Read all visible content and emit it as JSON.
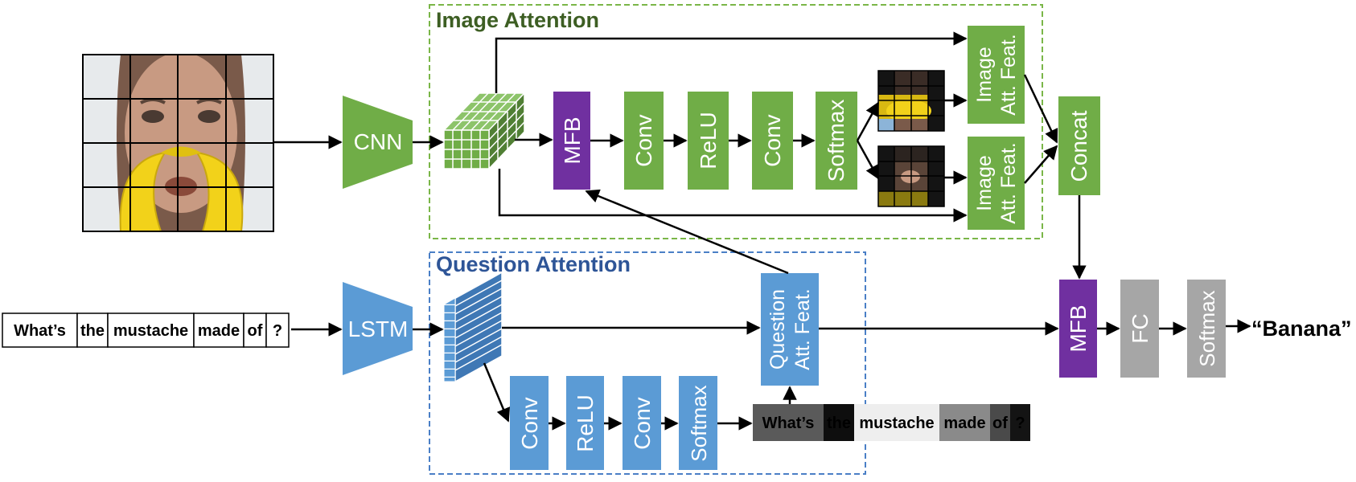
{
  "regions": {
    "image_attention": {
      "title": "Image Attention",
      "title_color": "#3d5e23",
      "border_color": "#7ab648"
    },
    "question_attention": {
      "title": "Question Attention",
      "title_color": "#2e5597",
      "border_color": "#4a7fc6"
    }
  },
  "colors": {
    "green": "#70ad47",
    "blue": "#5b9bd5",
    "purple": "#7030a0",
    "gray": "#a6a6a6",
    "face_skin": "#c89a82",
    "banana": "#f2d21a"
  },
  "blocks": {
    "cnn": "CNN",
    "lstm": "LSTM",
    "mfb_image": "MFB",
    "conv1": "Conv",
    "relu1": "ReLU",
    "conv2": "Conv",
    "softmax1": "Softmax",
    "image_att_feat_1": [
      "Image",
      "Att. Feat."
    ],
    "image_att_feat_2": [
      "Image",
      "Att. Feat."
    ],
    "concat": "Concat",
    "question_att_feat": [
      "Question",
      "Att. Feat."
    ],
    "q_conv1": "Conv",
    "q_relu": "ReLU",
    "q_conv2": "Conv",
    "q_softmax": "Softmax",
    "mfb_final": "MFB",
    "fc": "FC",
    "softmax_final": "Softmax"
  },
  "question_words": [
    "What’s",
    "the",
    "mustache",
    "made",
    "of",
    "?"
  ],
  "question_attention_words": [
    {
      "text": "What’s",
      "shade": "#5a5a5a"
    },
    {
      "text": "the",
      "shade": "#0e0e0e"
    },
    {
      "text": "mustache",
      "shade": "#eeeeee"
    },
    {
      "text": "made",
      "shade": "#8a8a8a"
    },
    {
      "text": "of",
      "shade": "#4a4a4a"
    },
    {
      "text": "?",
      "shade": "#141414"
    }
  ],
  "output": "“Banana”"
}
